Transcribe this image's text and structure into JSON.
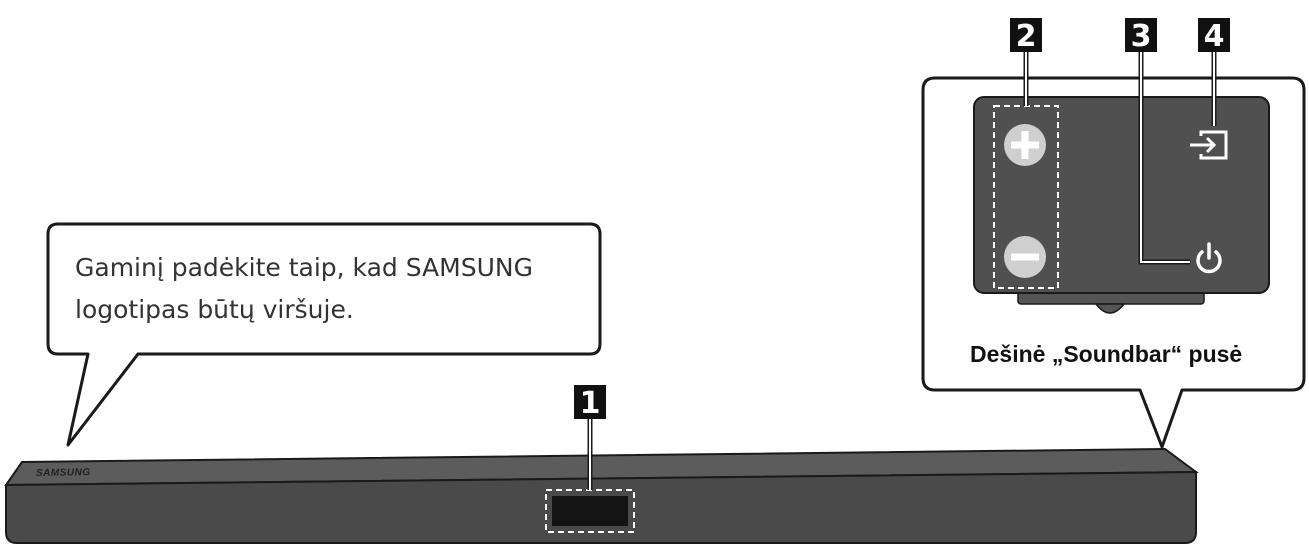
{
  "callout": {
    "line1": "Gaminį padėkite taip, kad SAMSUNG",
    "line2": "logotipas būtų viršuje."
  },
  "panel": {
    "caption": "Dešinė „Soundbar“ pusė"
  },
  "soundbar": {
    "logo_text": "SAMSUNG"
  },
  "markers": {
    "m1": "1",
    "m2": "2",
    "m3": "3",
    "m4": "4"
  },
  "icons": {
    "volume_up": "plus-icon",
    "volume_down": "minus-icon",
    "power": "power-icon",
    "source": "source-input-icon"
  },
  "colors": {
    "soundbar_top": "#595959",
    "soundbar_front": "#4a4a4a",
    "panel": "#505050",
    "badge": "#111111",
    "button": "#cfcfcf"
  }
}
